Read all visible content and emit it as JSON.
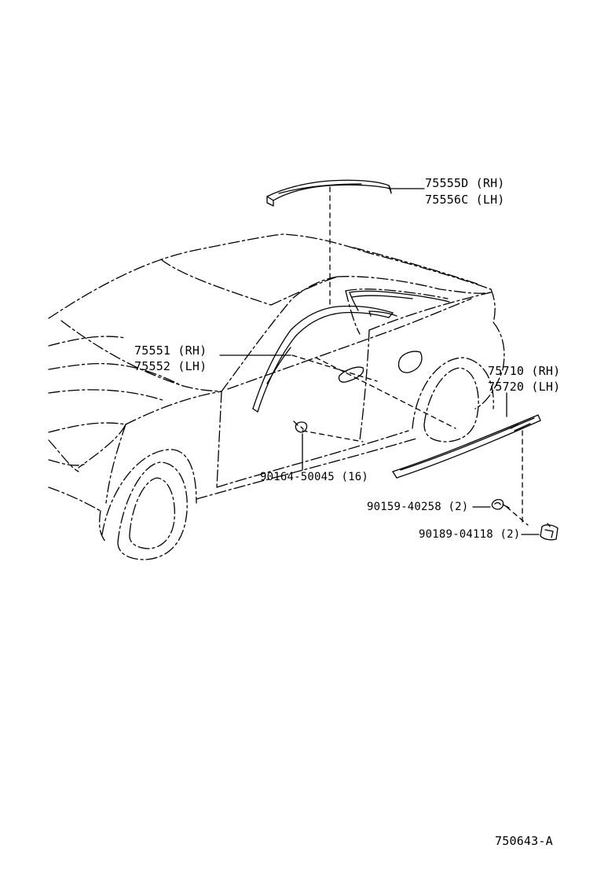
{
  "labels": {
    "roof_side_rh": "75555D (RH)",
    "roof_side_lh": "75556C (LH)",
    "pillar_rh": "75551 (RH)",
    "pillar_lh": "75552 (LH)",
    "rocker_rh": "75710 (RH)",
    "rocker_lh": "75720 (LH)",
    "clip_1": "90164-50045 (16)",
    "clip_2": "90159-40258 (2)",
    "clip_3": "90189-04118 (2)",
    "figure_code": "750643-A"
  },
  "colors": {
    "line": "#000000",
    "background": "#ffffff"
  }
}
